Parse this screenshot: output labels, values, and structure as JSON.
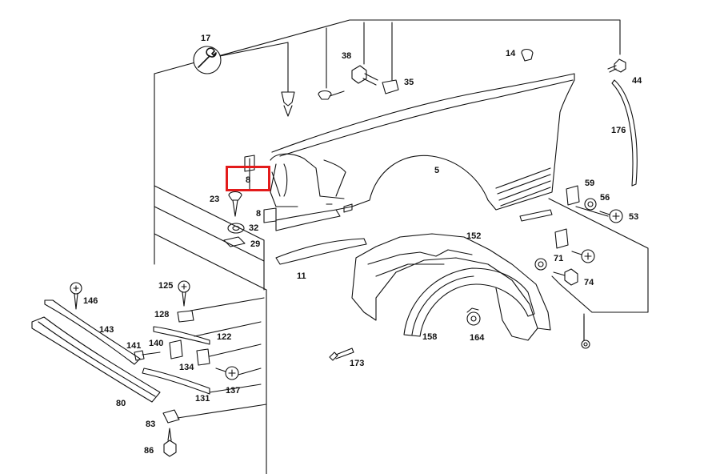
{
  "diagram": {
    "highlight_color": "#e31b1b",
    "line_color": "#111111",
    "highlighted_part": "8",
    "tool_symbol": "wrench-icon",
    "parts": [
      {
        "id": "p17",
        "label": "17"
      },
      {
        "id": "p38",
        "label": "38"
      },
      {
        "id": "p35",
        "label": "35"
      },
      {
        "id": "p14",
        "label": "14"
      },
      {
        "id": "p44",
        "label": "44"
      },
      {
        "id": "p176",
        "label": "176"
      },
      {
        "id": "p5",
        "label": "5"
      },
      {
        "id": "p8a",
        "label": "8"
      },
      {
        "id": "p23",
        "label": "23"
      },
      {
        "id": "p8b",
        "label": "8"
      },
      {
        "id": "p32",
        "label": "32"
      },
      {
        "id": "p29",
        "label": "29"
      },
      {
        "id": "p59",
        "label": "59"
      },
      {
        "id": "p56",
        "label": "56"
      },
      {
        "id": "p53",
        "label": "53"
      },
      {
        "id": "p152",
        "label": "152"
      },
      {
        "id": "p11",
        "label": "11"
      },
      {
        "id": "p71",
        "label": "71"
      },
      {
        "id": "p74",
        "label": "74"
      },
      {
        "id": "p125",
        "label": "125"
      },
      {
        "id": "p146",
        "label": "146"
      },
      {
        "id": "p128",
        "label": "128"
      },
      {
        "id": "p143",
        "label": "143"
      },
      {
        "id": "p122",
        "label": "122"
      },
      {
        "id": "p140",
        "label": "140"
      },
      {
        "id": "p141",
        "label": "141"
      },
      {
        "id": "p134",
        "label": "134"
      },
      {
        "id": "p137",
        "label": "137"
      },
      {
        "id": "p131",
        "label": "131"
      },
      {
        "id": "p80",
        "label": "80"
      },
      {
        "id": "p83",
        "label": "83"
      },
      {
        "id": "p86",
        "label": "86"
      },
      {
        "id": "p158",
        "label": "158"
      },
      {
        "id": "p164",
        "label": "164"
      },
      {
        "id": "p173",
        "label": "173"
      }
    ]
  }
}
